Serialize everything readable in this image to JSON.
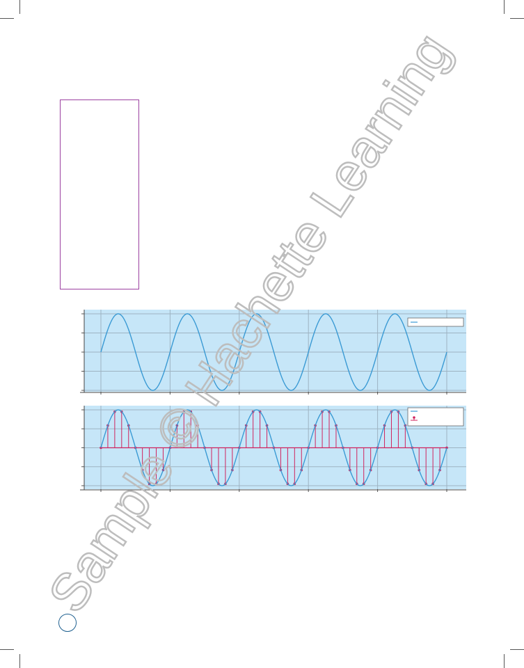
{
  "watermark": {
    "text": "Sample © Hachette Learning"
  },
  "colors": {
    "panel_bg": "#c6e6f8",
    "analog_line": "#3a9ad4",
    "sample_color": "#d0235e",
    "grid": "#9db3c2",
    "watermark": "#c7c7c7",
    "box_border": "#9b3fa0"
  },
  "chart_data": [
    {
      "type": "line",
      "series": [
        {
          "name": "",
          "kind": "sine",
          "cycles": 5,
          "amplitude": 1
        }
      ],
      "x_ticks": 5,
      "y_ticks": 5,
      "xlim": [
        0,
        5
      ],
      "ylim": [
        -1,
        1
      ],
      "grid": true,
      "legend": "top-right"
    },
    {
      "type": "line",
      "series": [
        {
          "name": "",
          "kind": "sine",
          "cycles": 5,
          "amplitude": 1
        },
        {
          "name": "",
          "kind": "stem",
          "samples_per_cycle": 10,
          "cycles": 5
        }
      ],
      "x_ticks": 5,
      "y_ticks": 5,
      "xlim": [
        0,
        5
      ],
      "ylim": [
        -1,
        1
      ],
      "grid": true,
      "legend": "top-right"
    }
  ]
}
